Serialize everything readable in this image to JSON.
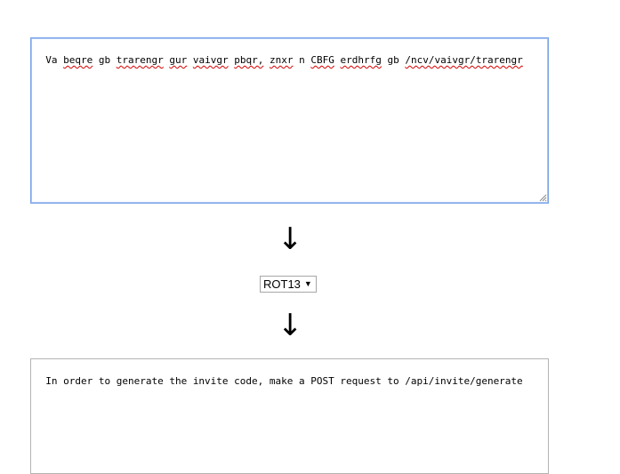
{
  "input": {
    "words": [
      {
        "text": "Va",
        "misspelled": false
      },
      {
        "text": "beqre",
        "misspelled": true
      },
      {
        "text": "gb",
        "misspelled": false
      },
      {
        "text": "trarengr",
        "misspelled": true
      },
      {
        "text": "gur",
        "misspelled": true
      },
      {
        "text": "vaivgr",
        "misspelled": true
      },
      {
        "text": "pbqr,",
        "misspelled": true
      },
      {
        "text": "znxr",
        "misspelled": true
      },
      {
        "text": "n",
        "misspelled": false
      },
      {
        "text": "CBFG",
        "misspelled": true
      },
      {
        "text": "erdhrfg",
        "misspelled": true
      },
      {
        "text": "gb",
        "misspelled": false
      },
      {
        "text": "/ncv/vaivgr/trarengr",
        "misspelled": true
      }
    ]
  },
  "cipher_select": {
    "selected": "ROT13",
    "caret_icon": "caret-down-icon"
  },
  "arrows": {
    "glyph": "↓"
  },
  "output": {
    "text": "In order to generate the invite code, make a POST request to /api/invite/generate"
  },
  "colors": {
    "focus_border": "#7aa3e8",
    "output_border": "#b4b4b4",
    "spellcheck": "#d40000"
  }
}
